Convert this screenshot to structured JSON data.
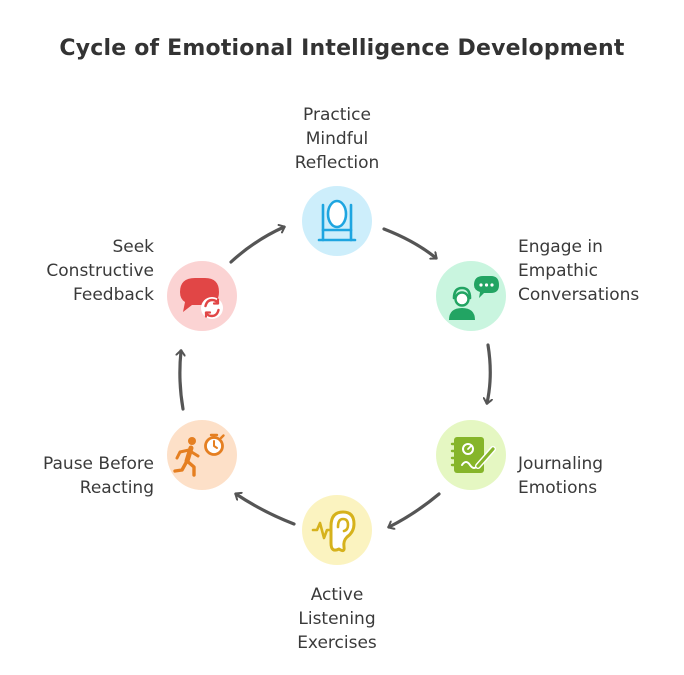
{
  "title": "Cycle of Emotional Intelligence Development",
  "steps": [
    {
      "lines": [
        "Practice",
        "Mindful",
        "Reflection"
      ],
      "icon": "mirror-icon",
      "fill": "#cdeefb",
      "stroke": "#1ea5e0"
    },
    {
      "lines": [
        "Engage in",
        "Empathic",
        "Conversations"
      ],
      "icon": "person-speech-icon",
      "fill": "#c9f5df",
      "stroke": "#22a463"
    },
    {
      "lines": [
        "Journaling",
        "Emotions"
      ],
      "icon": "journal-pen-icon",
      "fill": "#e5f7c2",
      "stroke": "#86b52a"
    },
    {
      "lines": [
        "Active",
        "Listening",
        "Exercises"
      ],
      "icon": "ear-soundwave-icon",
      "fill": "#fbf3c0",
      "stroke": "#d6b21c"
    },
    {
      "lines": [
        "Pause Before",
        "Reacting"
      ],
      "icon": "runner-stopwatch-icon",
      "fill": "#fde0c8",
      "stroke": "#e57f21"
    },
    {
      "lines": [
        "Seek",
        "Constructive",
        "Feedback"
      ],
      "icon": "feedback-bubble-icon",
      "fill": "#fbd3d3",
      "stroke": "#e14646"
    }
  ]
}
